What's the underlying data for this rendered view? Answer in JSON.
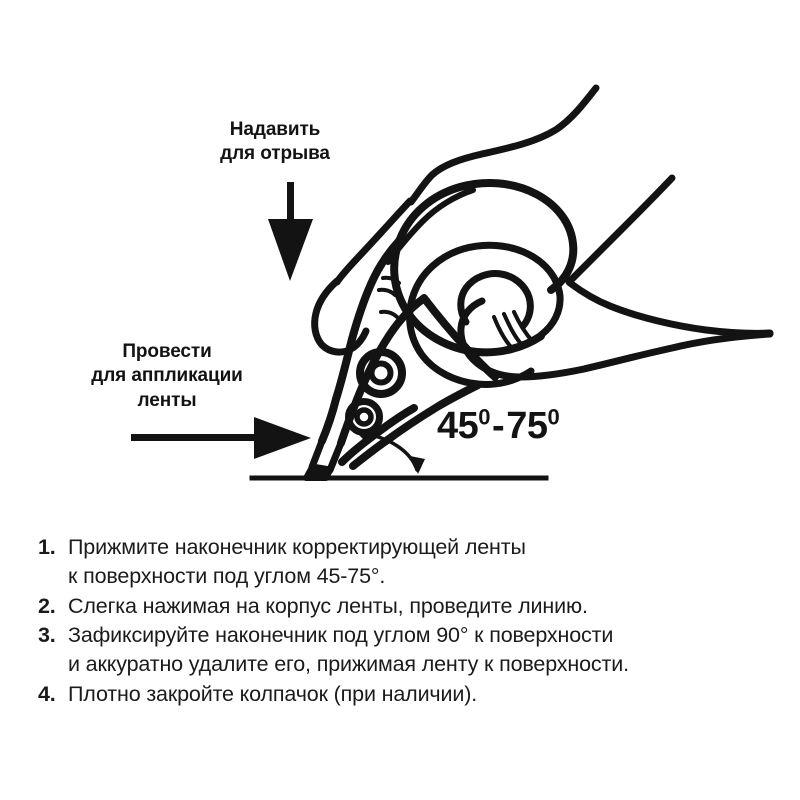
{
  "callouts": {
    "press": {
      "line1": "Надавить",
      "line2": "для отрыва",
      "arrow": "down-arrow"
    },
    "draw": {
      "line1": "Провести",
      "line2": "для аппликации",
      "line3": "ленты",
      "arrow": "right-arrow"
    }
  },
  "angle": {
    "from": "45",
    "to": "75",
    "separator": "-",
    "unit": "0"
  },
  "steps": [
    {
      "number": "1.",
      "lines": [
        "Прижмите наконечник корректирующей ленты",
        "к поверхности под углом 45-75°."
      ]
    },
    {
      "number": "2.",
      "lines": [
        "Слегка нажимая на корпус ленты, проведите линию."
      ]
    },
    {
      "number": "3.",
      "lines": [
        "Зафиксируйте наконечник под углом 90° к поверхности",
        "и аккуратно удалите его, прижимая ленту к поверхности."
      ]
    },
    {
      "number": "4.",
      "lines": [
        "Плотно закройте колпачок (при наличии)."
      ]
    }
  ],
  "colors": {
    "ink": "#131313",
    "paper": "#ffffff"
  }
}
